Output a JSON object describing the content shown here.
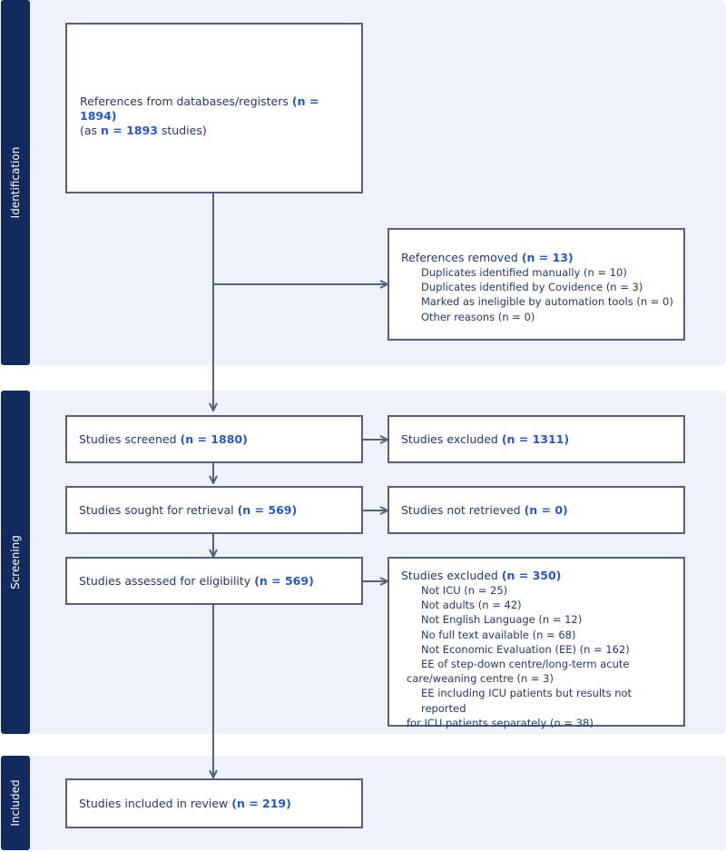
{
  "sections": {
    "identification": "Identification",
    "screening": "Screening",
    "included": "Included"
  },
  "identification_box": {
    "line1_text": "References from databases/registers ",
    "line1_count": "(n = 1894)",
    "line2_pre": "(as ",
    "line2_count": "n = 1893",
    "line2_post": " studies)"
  },
  "removed_box": {
    "title_text": "References removed ",
    "title_count": "(n = 13)",
    "items": [
      "Duplicates identified manually (n = 10)",
      "Duplicates identified by Covidence (n = 3)",
      "Marked as ineligible by automation tools (n = 0)",
      "Other reasons (n = 0)"
    ]
  },
  "screened_box": {
    "text": "Studies screened ",
    "count": "(n = 1880)"
  },
  "excluded_box": {
    "text": "Studies excluded ",
    "count": "(n = 1311)"
  },
  "sought_box": {
    "text": "Studies sought for retrieval ",
    "count": "(n = 569)"
  },
  "not_retrieved_box": {
    "text": "Studies not retrieved ",
    "count": "(n = 0)"
  },
  "assessed_box": {
    "text": "Studies assessed for eligibility ",
    "count": "(n = 569)"
  },
  "excluded_reasons_box": {
    "title_text": "Studies excluded ",
    "title_count": "(n = 350)",
    "items": [
      "Not ICU (n = 25)",
      "Not adults (n = 42)",
      "Not English Language (n = 12)",
      "No full text available (n = 68)",
      "Not Economic Evaluation (EE) (n = 162)",
      "EE of step-down centre/long-term acute",
      "care/weaning centre (n = 3)",
      "EE including ICU patients but results not reported",
      "for ICU patients separately (n = 38)"
    ]
  },
  "included_box": {
    "text": "Studies included in review ",
    "count": "(n = 219)"
  },
  "colors": {
    "band": "#eef3fb",
    "sidebar": "#132a5e",
    "border": "#53627a",
    "highlight": "#2857c4",
    "text": "#1f3a6b"
  }
}
